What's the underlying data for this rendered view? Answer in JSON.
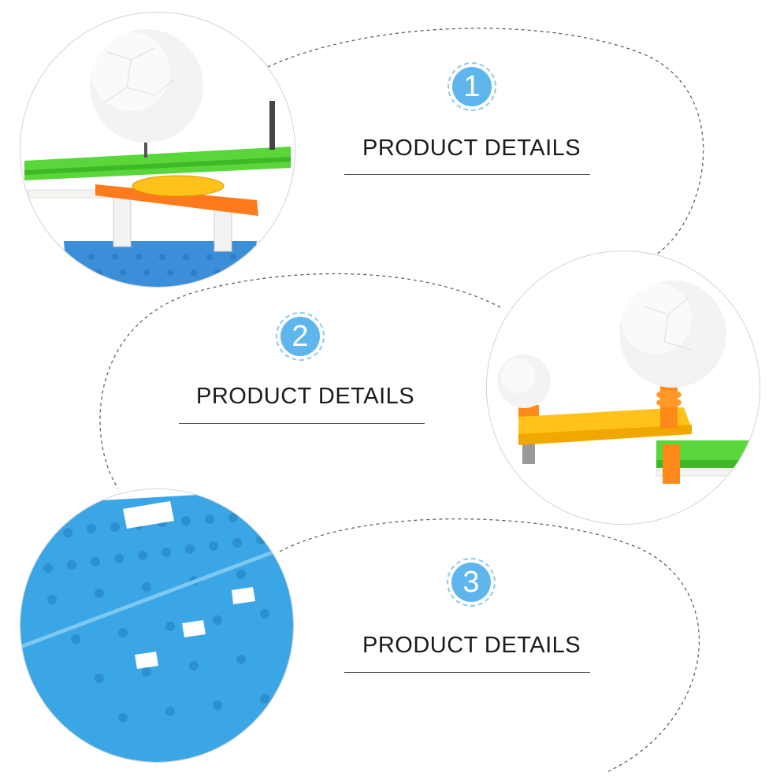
{
  "sections": [
    {
      "number": "1",
      "title": "PRODUCT DETAILS",
      "image": "sun-earth-orbit-model-closeup"
    },
    {
      "number": "2",
      "title": "PRODUCT DETAILS",
      "image": "earth-moon-arm-closeup"
    },
    {
      "number": "3",
      "title": "PRODUCT DETAILS",
      "image": "blue-pegboard-base-closeup"
    }
  ],
  "colors": {
    "badge_fill": "#5fb6ec",
    "badge_border": "#8ec9ef",
    "dashed_outline": "#555555",
    "text": "#1a1a1a"
  }
}
